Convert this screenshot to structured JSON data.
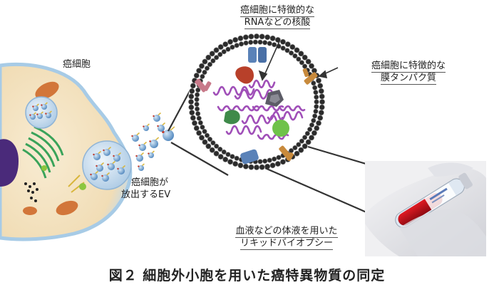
{
  "labels": {
    "cancer_cell": "癌細胞",
    "released_ev": [
      "癌細胞が",
      "放出するEV"
    ],
    "nucleic_acid": [
      "癌細胞に特徴的な",
      "RNAなどの核酸"
    ],
    "membrane_protein": [
      "癌細胞に特徴的な",
      "膜タンパク質"
    ],
    "liquid_biopsy": [
      "血液などの体液を用いた",
      "リキッドバイオプシー"
    ]
  },
  "caption": "図２ 細胞外小胞を用いた癌特異物質の同定",
  "colors": {
    "cell_body": "#f3e4c4",
    "cell_edge": "#9cc7e4",
    "nucleus": "#4a2a7a",
    "mitochondria": "#d2763a",
    "er": "#3aa35a",
    "vesicle": "#6a9ccb",
    "membrane": "#2b2b2b",
    "rna": "#a04fb8",
    "membrane_protein": "#c88a3c",
    "blood": "#b0101c"
  }
}
